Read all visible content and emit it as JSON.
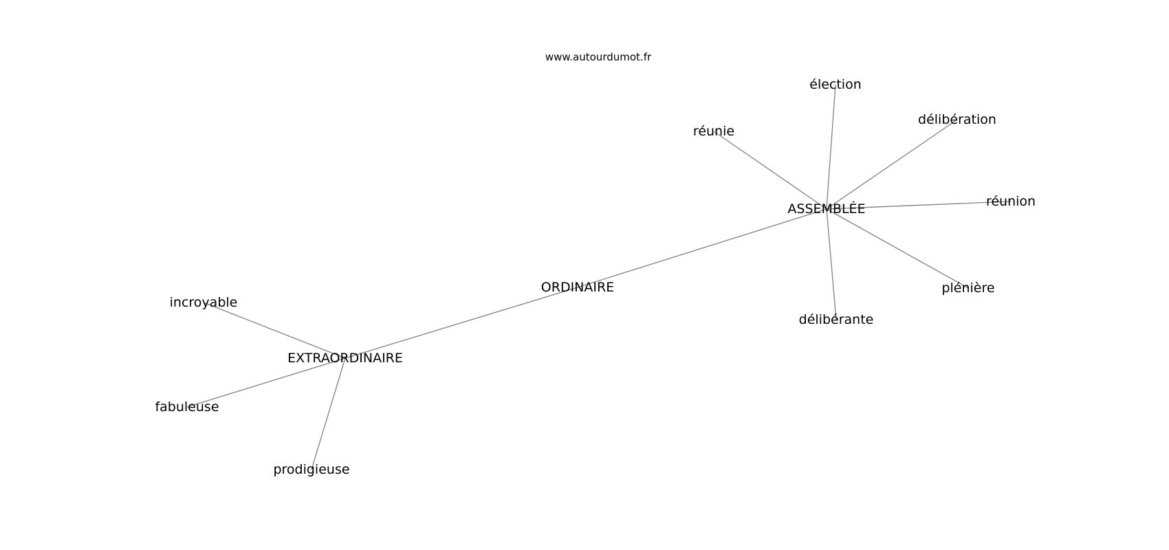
{
  "source_text": "www.autourdumot.fr",
  "edge_color": "#808080",
  "nodes": [
    {
      "id": "assemblee",
      "label": "ASSEMBLÉE"
    },
    {
      "id": "ordinaire",
      "label": "ORDINAIRE"
    },
    {
      "id": "extraordinaire",
      "label": "EXTRAORDINAIRE"
    },
    {
      "id": "election",
      "label": "élection"
    },
    {
      "id": "deliberation",
      "label": "délibération"
    },
    {
      "id": "reunie",
      "label": "réunie"
    },
    {
      "id": "reunion",
      "label": "réunion"
    },
    {
      "id": "pleniere",
      "label": "plénière"
    },
    {
      "id": "deliberante",
      "label": "délibérante"
    },
    {
      "id": "incroyable",
      "label": "incroyable"
    },
    {
      "id": "fabuleuse",
      "label": "fabuleuse"
    },
    {
      "id": "prodigieuse",
      "label": "prodigieuse"
    }
  ],
  "edges": [
    [
      "assemblee",
      "election"
    ],
    [
      "assemblee",
      "deliberation"
    ],
    [
      "assemblee",
      "reunie"
    ],
    [
      "assemblee",
      "reunion"
    ],
    [
      "assemblee",
      "pleniere"
    ],
    [
      "assemblee",
      "deliberante"
    ],
    [
      "assemblee",
      "ordinaire"
    ],
    [
      "ordinaire",
      "extraordinaire"
    ],
    [
      "extraordinaire",
      "incroyable"
    ],
    [
      "extraordinaire",
      "fabuleuse"
    ],
    [
      "extraordinaire",
      "prodigieuse"
    ]
  ]
}
